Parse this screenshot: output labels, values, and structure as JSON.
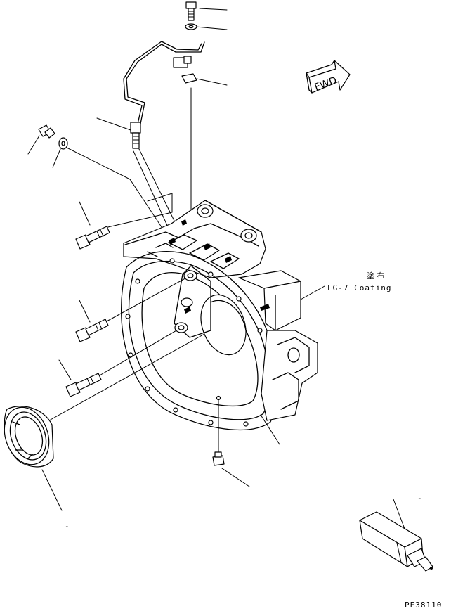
{
  "annotations": {
    "coating_jp": "塗 布",
    "coating_en": "LG-7 Coating",
    "fwd": "FWD",
    "drawing_number": "PE38110",
    "tick_right": "-",
    "tick_left": "-"
  }
}
